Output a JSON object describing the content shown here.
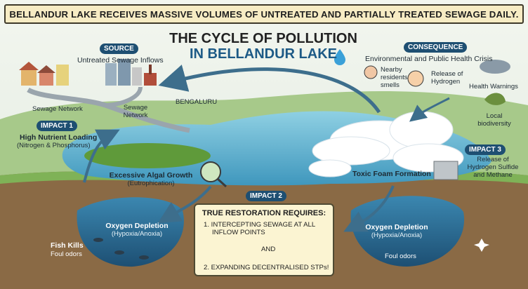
{
  "banner": "BELLANDUR LAKE RECEIVES MASSIVE VOLUMES OF UNTREATED AND PARTIALLY TREATED SEWAGE DAILY.",
  "title": {
    "line1": "THE CYCLE OF POLLUTION",
    "line2": "IN BELLANDUR LAKE"
  },
  "source": {
    "tag": "SOURCE",
    "caption": "Untreated Sewage Inflows",
    "network_left": "Sewage Network",
    "network_mid_1": "Sewage",
    "network_mid_2": "Network"
  },
  "city_label": "BENGALURU",
  "consequence": {
    "tag": "CONSEQUENCE",
    "caption": "Environmental and Public Health Crisis",
    "residents": [
      "Nearby",
      "residents",
      "smells"
    ],
    "release": [
      "Release of",
      "Hydrogen"
    ],
    "health": "Health Warnings",
    "biodiversity": [
      "Local",
      "biodiversity"
    ]
  },
  "impact1": {
    "tag": "IMPACT 1",
    "line1": "High Nutrient Loading",
    "line2": "(Nitrogen & Phosphorus)"
  },
  "algal": {
    "line1": "Excessive Algal Growth",
    "line2": "(Eutrophication)"
  },
  "foam": "Toxic Foam Formation",
  "impact3": {
    "tag": "IMPACT 3",
    "lines": [
      "Release of",
      "Hydrogen Sulfide",
      "and Methane"
    ]
  },
  "impact2": {
    "tag": "IMPACT 2"
  },
  "oxygen_left": {
    "line1": "Oxygen Depletion",
    "line2": "(Hypoxia/Anoxia)"
  },
  "oxygen_right": {
    "line1": "Oxygen Depletion",
    "line2": "(Hypoxia/Anoxia)"
  },
  "fish": {
    "line1": "Fish Kills",
    "line2": "Foul odors"
  },
  "foul_right": "Foul odors",
  "restoration": {
    "heading": "TRUE RESTORATION REQUIRES:",
    "step1_a": "1. INTERCEPTING SEWAGE AT ALL",
    "step1_b": "INFLOW POINTS",
    "and": "AND",
    "step2": "2. EXPANDING DECENTRALISED STPs!"
  },
  "colors": {
    "tag": "#1e4f72",
    "water": "#4fa3c4",
    "deep_water": "#2f6f98",
    "grass": "#8db85f",
    "banner_bg": "#f7ecc4"
  }
}
